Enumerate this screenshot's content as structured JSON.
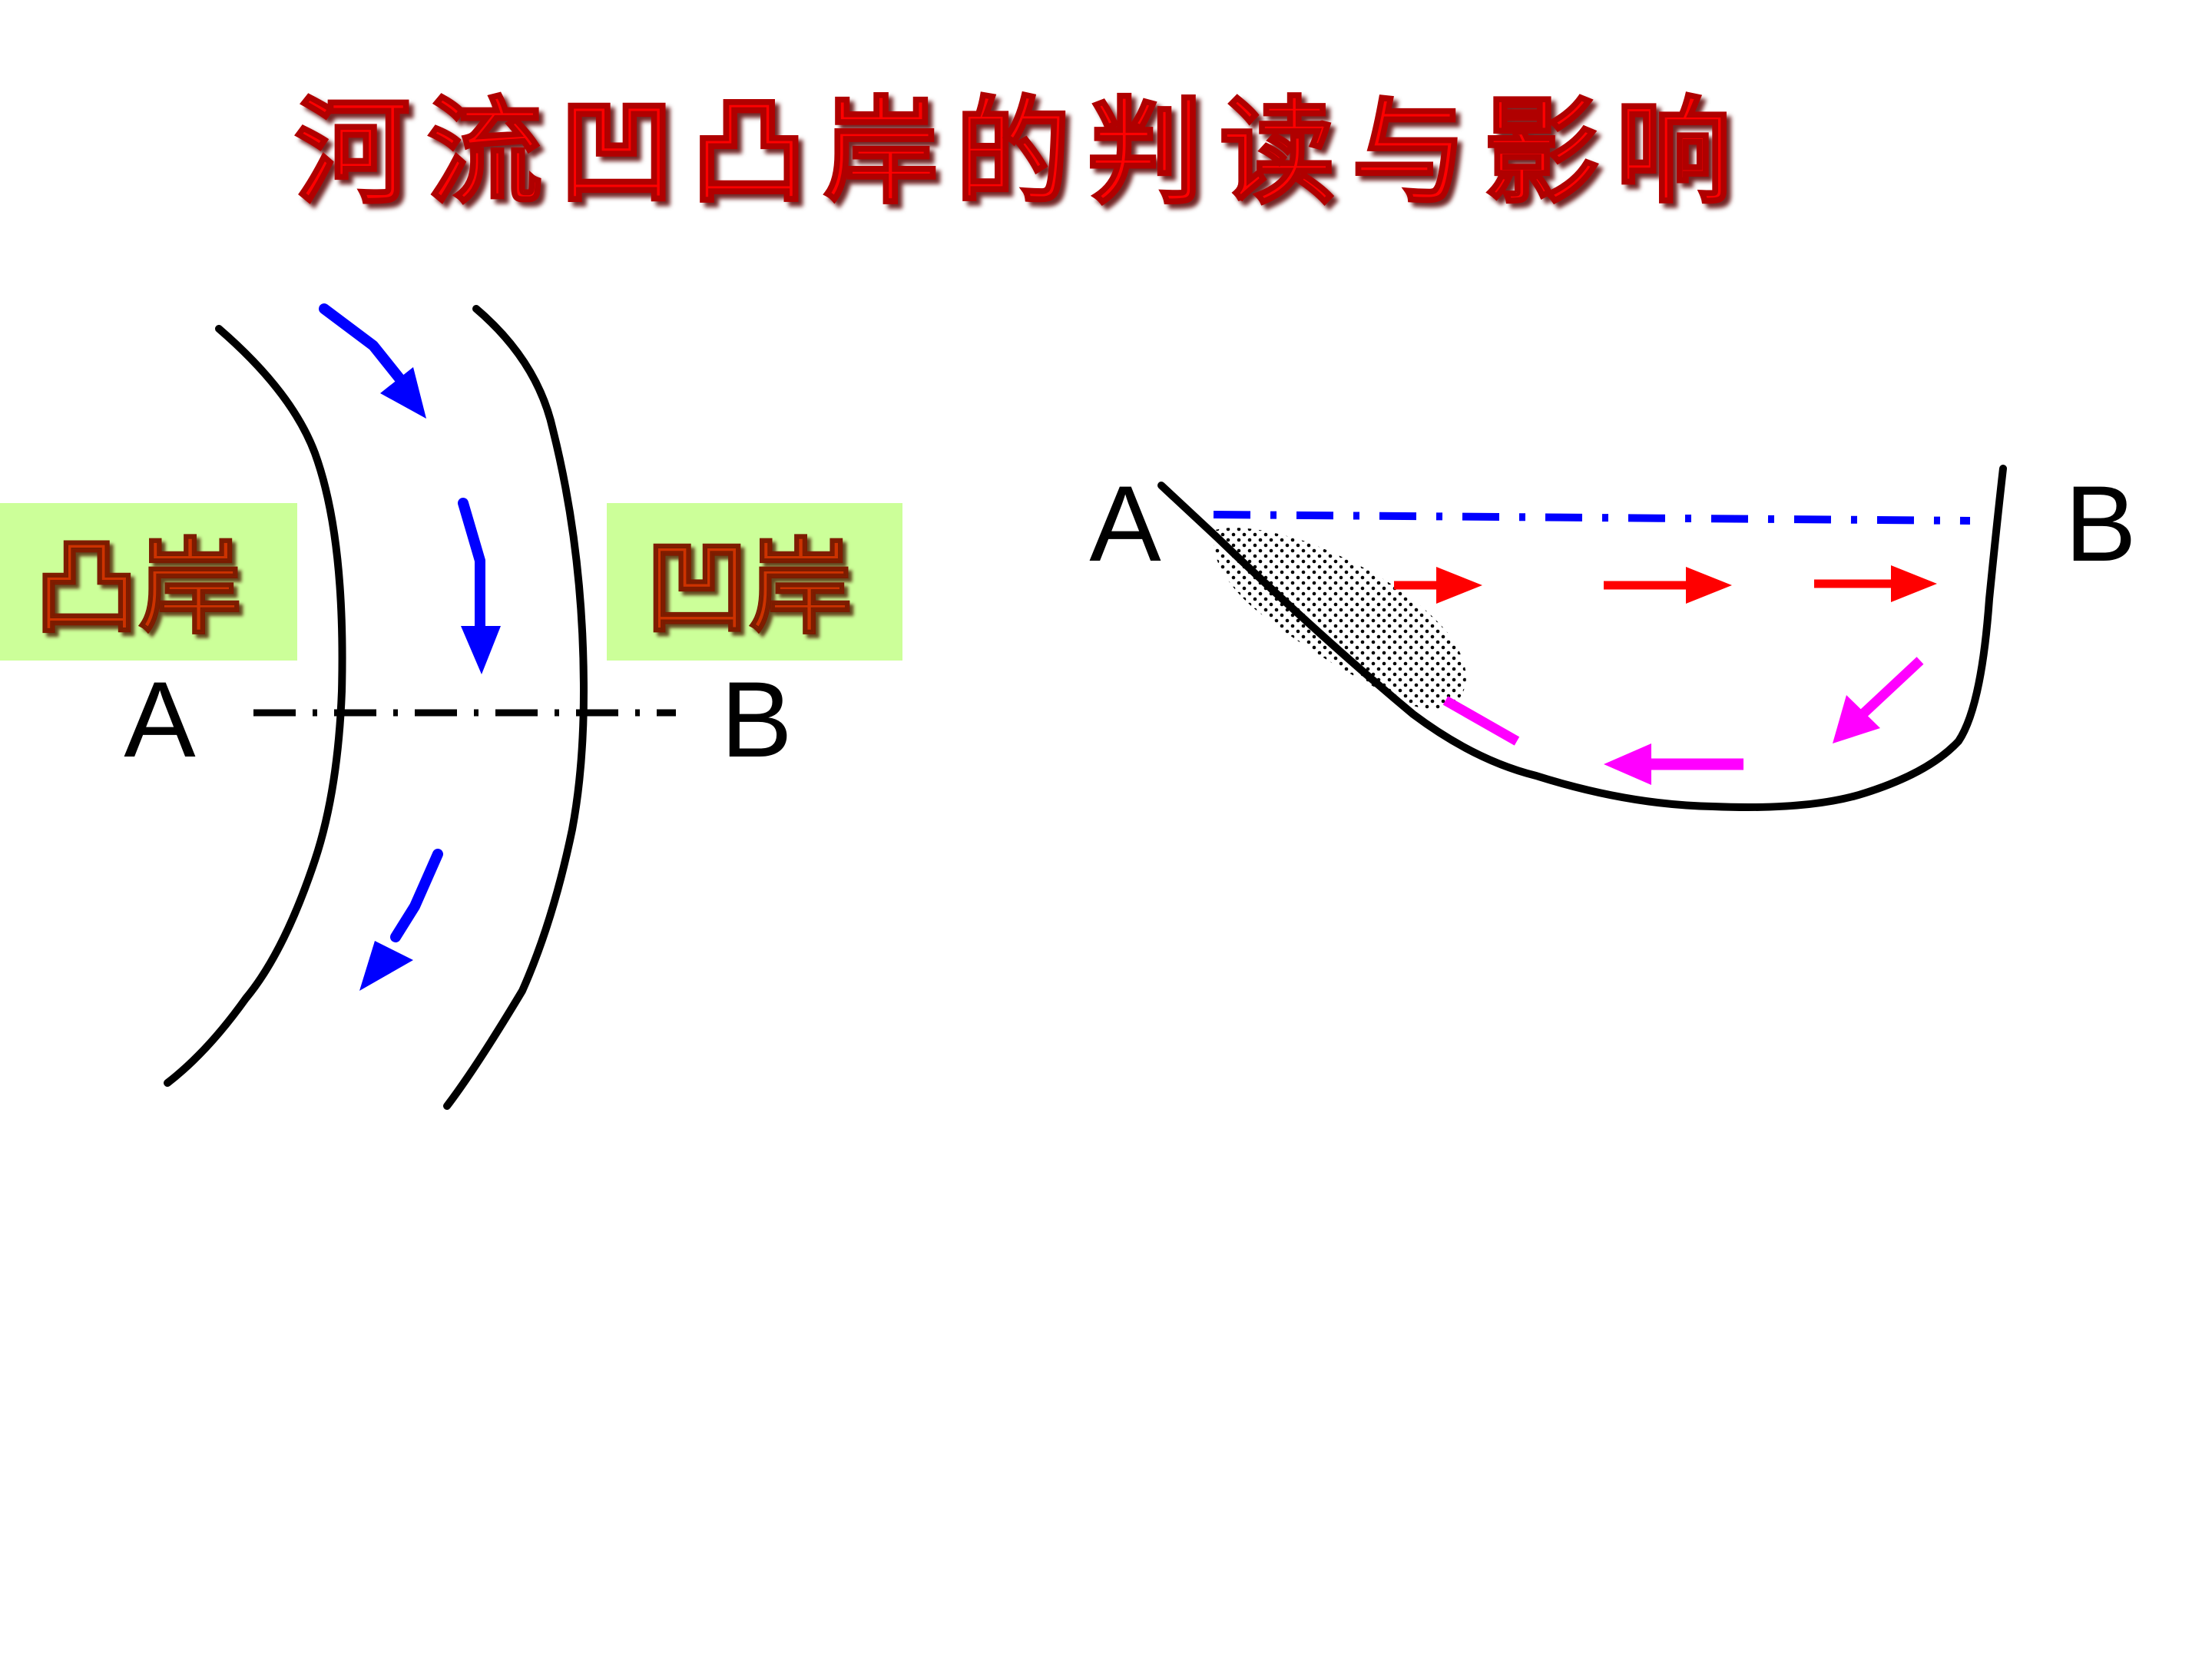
{
  "title": "河流凹凸岸的判读与影响",
  "plan_view": {
    "left_bank_label": "凸岸",
    "right_bank_label": "凹岸",
    "section_start": "A",
    "section_end": "B"
  },
  "cross_section": {
    "left_point": "A",
    "right_point": "B"
  },
  "colors": {
    "title": "#ff0000",
    "title_shadow": "#7a0000",
    "bank_label_text": "#cc3300",
    "bank_label_bg": "#ccff99",
    "flow_arrow": "#0000ff",
    "surface_line": "#0000ff",
    "surface_flow_arrow": "#ff0000",
    "bottom_flow_arrow": "#ff00ff",
    "riverbank": "#000000"
  }
}
